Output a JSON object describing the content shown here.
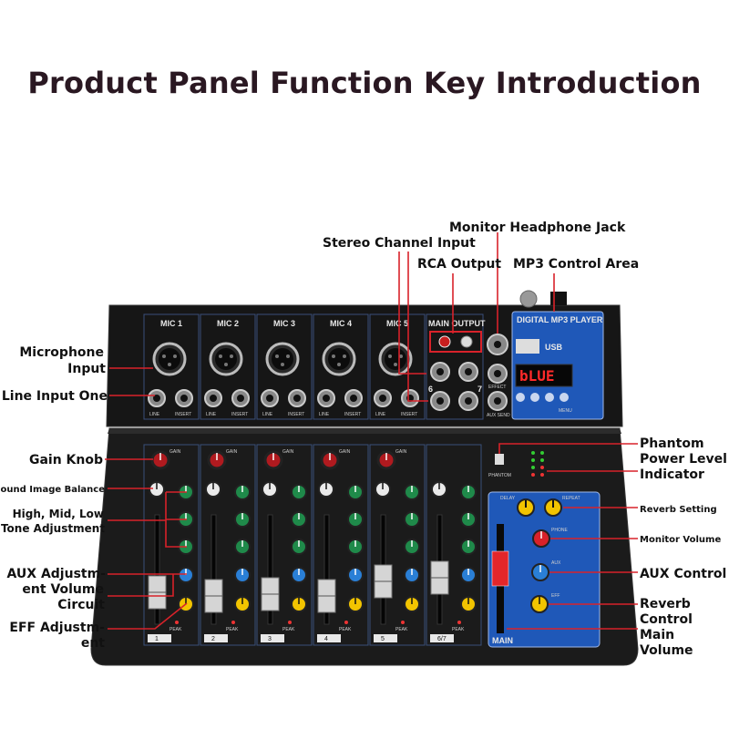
{
  "title": "Product Panel Function Key Introduction",
  "accent_color": "#d8222a",
  "panel_color": "#151515",
  "mp3_panel_color": "#1f58b8",
  "labels": {
    "monitor_headphone_jack": "Monitor Headphone Jack",
    "stereo_channel_input": "Stereo Channel Input",
    "rca_output": "RCA Output",
    "mp3_control_area": "MP3 Control Area",
    "microphone_input_1": "Microphone",
    "microphone_input_2": "Input",
    "line_input_one": "Line Input One",
    "gain_knob": "Gain Knob",
    "sound_image_balance": "Sound Image Balance",
    "tone_1": "High, Mid, Low",
    "tone_2": "Tone Adjustment",
    "aux_1": "AUX Adjustm-",
    "aux_2": "ent Volume",
    "aux_3": "Circuit",
    "eff_1": "EFF Adjustm-",
    "eff_2": "ent",
    "phantom_1": "Phantom",
    "phantom_2": "Power Level",
    "phantom_3": "Indicator",
    "reverb_setting": "Reverb Setting",
    "monitor_volume": "Monitor Volume",
    "aux_control": "AUX Control",
    "reverb_control_1": "Reverb",
    "reverb_control_2": "Control",
    "main_volume_1": "Main",
    "main_volume_2": "Volume"
  },
  "panel": {
    "mic_channels": [
      "MIC 1",
      "MIC 2",
      "MIC 3",
      "MIC 4",
      "MIC 5"
    ],
    "main_output": "MAIN OUTPUT",
    "line": "LINE",
    "insert": "INSERT",
    "mp3_header": "DIGITAL MP3 PLAYER",
    "usb": "USB",
    "display_text": "bLUE",
    "menu": "MENU",
    "phantom": "PHANTOM",
    "main": "MAIN",
    "effect": "EFFECT",
    "aux_send": "AUX SEND",
    "channel_numbers": [
      "1",
      "2",
      "3",
      "4",
      "5",
      "6/7"
    ],
    "jack_numbers": [
      "6",
      "7"
    ],
    "delay": "DELAY",
    "repeat": "REPEAT",
    "phone": "PHONE",
    "aux": "AUX",
    "eff": "EFF",
    "gain": "GAIN",
    "peak": "PEAK"
  }
}
